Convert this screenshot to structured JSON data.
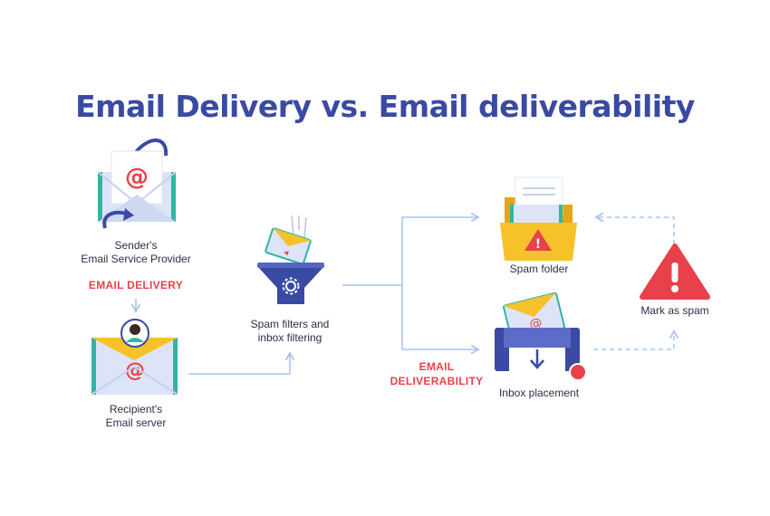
{
  "title": "Email Delivery vs. Email deliverability",
  "nodes": {
    "sender": {
      "line1": "Sender's",
      "line2": "Email Service Provider"
    },
    "recipient": {
      "line1": "Recipient's",
      "line2": "Email server"
    },
    "spam_filter": {
      "line1": "Spam filters and",
      "line2": "inbox filtering"
    },
    "spam_folder": {
      "label": "Spam folder"
    },
    "inbox": {
      "label": "Inbox placement"
    },
    "mark_spam": {
      "label": "Mark as spam"
    }
  },
  "stages": {
    "delivery": "EMAIL DELIVERY",
    "deliverability_line1": "EMAIL",
    "deliverability_line2": "DELIVERABILITY"
  },
  "colors": {
    "title": "#3a4aa3",
    "accent_red": "#e8414b",
    "envelope": "#dde4f7",
    "envelope_dark": "#3a4aa3",
    "yellow": "#f7c12a",
    "teal": "#2fb6a3",
    "arrow": "#a9c4ee"
  },
  "icons": [
    "envelope-at-icon",
    "refresh-arrow-icon",
    "avatar-icon",
    "funnel-icon",
    "gear-icon",
    "folder-warning-icon",
    "inbox-tray-icon",
    "warning-triangle-icon",
    "notification-dot-icon"
  ]
}
